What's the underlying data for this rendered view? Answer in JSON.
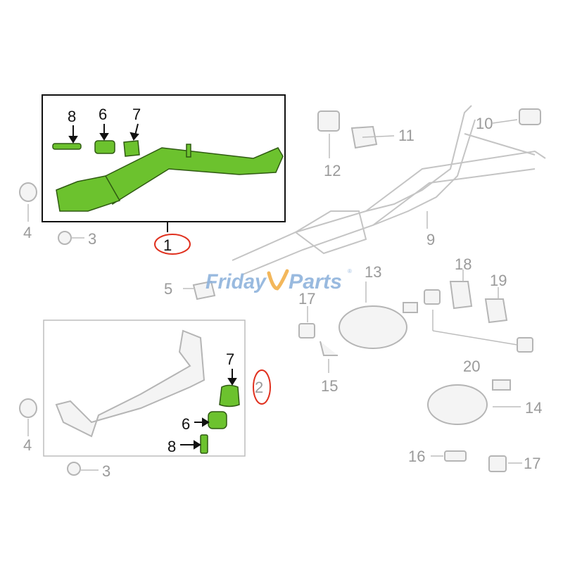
{
  "watermark": {
    "text_left": "Friday",
    "text_right": "Parts",
    "mark": "®",
    "color_blue": "#8fb3dc",
    "color_orange": "#f2b04a"
  },
  "colors": {
    "highlight_part": "#6cc22e",
    "callout_ring": "#e0301e",
    "box_border": "#111111",
    "faded_part": "#bdbdbd"
  },
  "top_box": {
    "callouts": [
      "8",
      "6",
      "7"
    ],
    "assembly_label": "1"
  },
  "bottom_box": {
    "callouts": [
      "7",
      "6",
      "8"
    ],
    "assembly_label": "2"
  },
  "outside_labels": {
    "l4a": "4",
    "l3a": "3",
    "l5": "5",
    "l9": "9",
    "l10": "10",
    "l11": "11",
    "l12": "12",
    "l13": "13",
    "l15": "15",
    "l16": "16",
    "l17a": "17",
    "l17b": "17",
    "l18": "18",
    "l19": "19",
    "l20": "20",
    "l14": "14",
    "l4b": "4",
    "l3b": "3"
  }
}
